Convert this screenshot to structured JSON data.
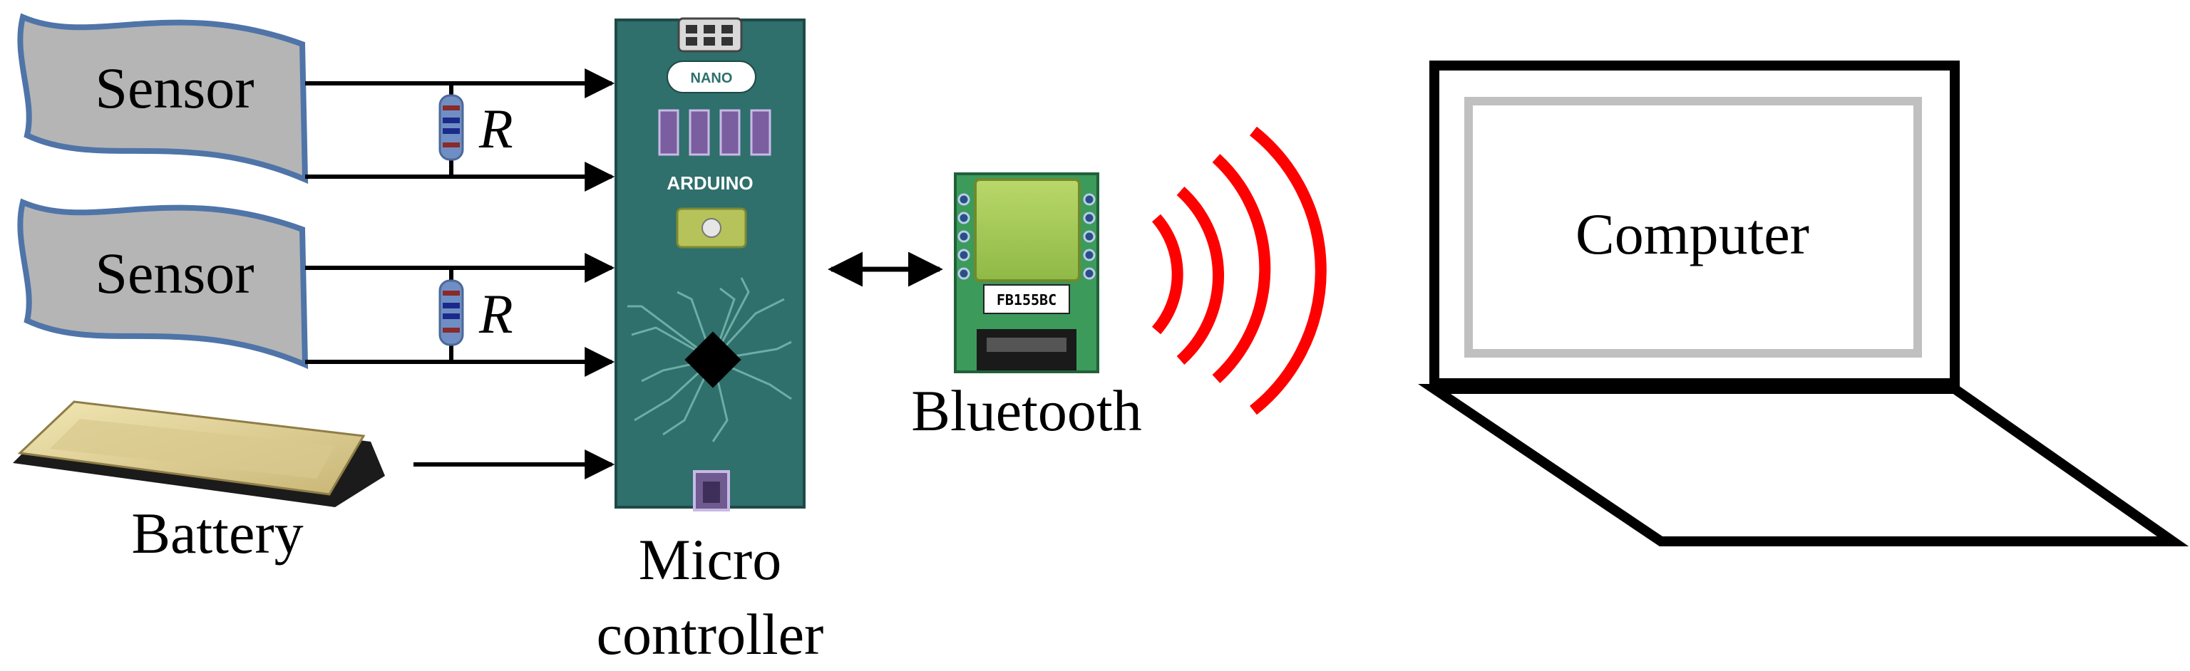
{
  "sensors": [
    {
      "label": "Sensor",
      "resistor_label": "R"
    },
    {
      "label": "Sensor",
      "resistor_label": "R"
    }
  ],
  "battery": {
    "label": "Battery"
  },
  "microcontroller": {
    "badge": "NANO",
    "brand": "ARDUINO",
    "caption_line1": "Micro",
    "caption_line2": "controller"
  },
  "bluetooth": {
    "chip_label": "FB155BC",
    "caption": "Bluetooth"
  },
  "computer": {
    "label": "Computer"
  },
  "colors": {
    "board": "#2f6f6c",
    "sensor_fill": "#b5b5b5",
    "sensor_edge": "#4f74a8",
    "wave": "#ff0000",
    "bt_board": "#3c9a5a",
    "screen_border": "#c0c0c0"
  }
}
